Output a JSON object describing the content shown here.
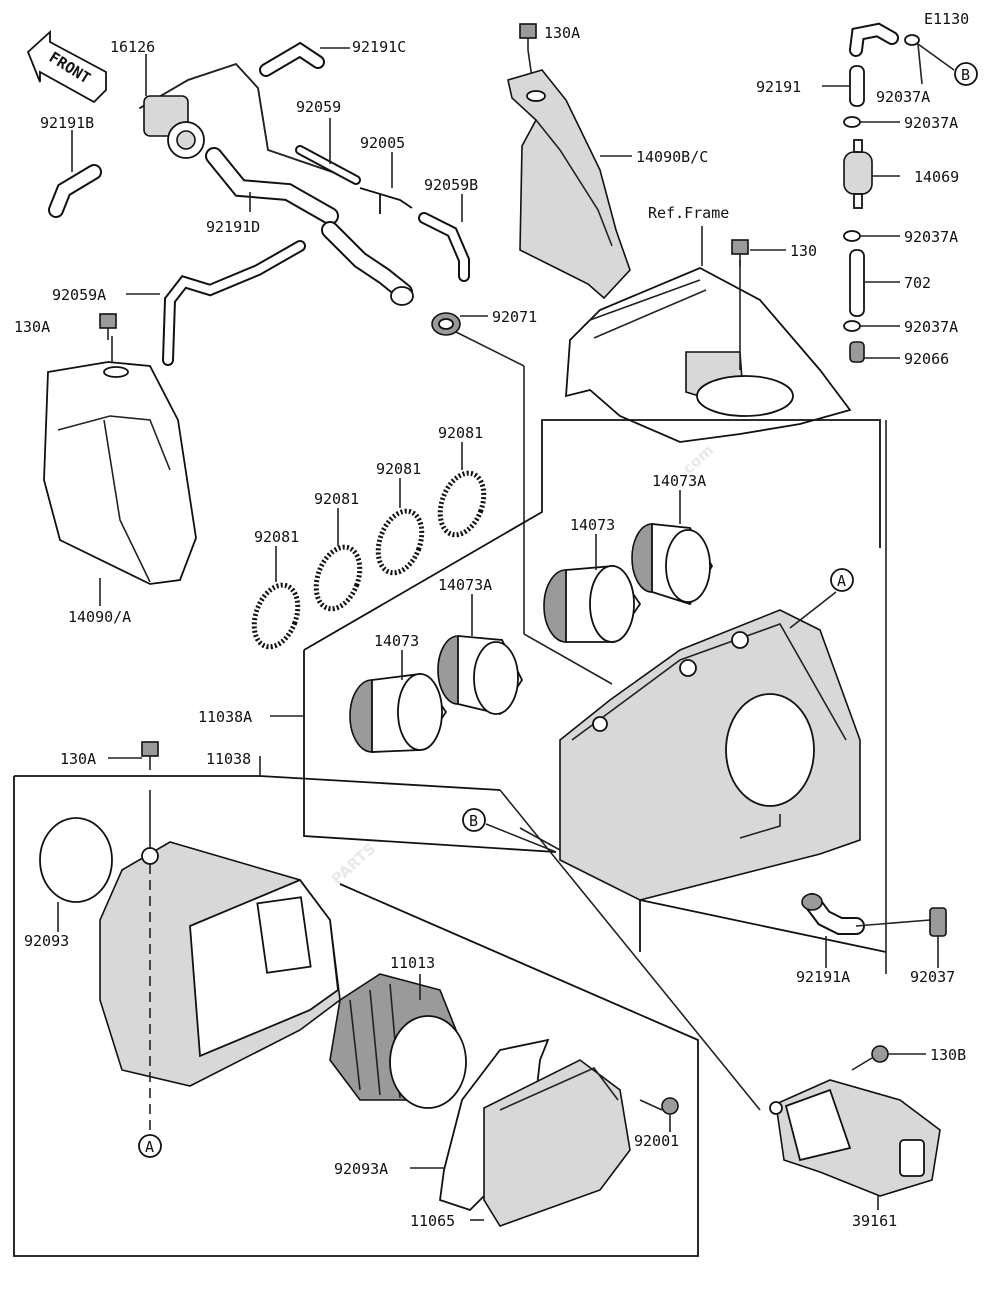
{
  "diagram_code": "E1130",
  "front_arrow": "FRONT",
  "watermark": {
    "main": "PARTS",
    "suffix": ".com"
  },
  "frame_label": "Ref.Frame",
  "markers": [
    "A",
    "B"
  ],
  "parts": {
    "p16126": "16126",
    "p92191C": "92191C",
    "p92191B": "92191B",
    "p92059": "92059",
    "p92005": "92005",
    "p92059B": "92059B",
    "p92191D": "92191D",
    "p92059A": "92059A",
    "p130A_top": "130A",
    "p130A_left": "130A",
    "p130A_mid": "130A",
    "p14090BC": "14090B/C",
    "p130": "130",
    "p92071": "92071",
    "p92191": "92191",
    "p92037A_1": "92037A",
    "p92037A_2": "92037A",
    "p92037A_3": "92037A",
    "p92037A_4": "92037A",
    "p14069": "14069",
    "p702": "702",
    "p92066": "92066",
    "p14090A": "14090/A",
    "p92081_1": "92081",
    "p92081_2": "92081",
    "p92081_3": "92081",
    "p92081_4": "92081",
    "p14073A_top": "14073A",
    "p14073_top": "14073",
    "p14073A_mid": "14073A",
    "p14073_mid": "14073",
    "p11038A": "11038A",
    "p11038": "11038",
    "p92093": "92093",
    "p11013": "11013",
    "p92191A": "92191A",
    "p92037": "92037",
    "p130B": "130B",
    "p92001": "92001",
    "p92093A": "92093A",
    "p11065": "11065",
    "p39161": "39161"
  }
}
